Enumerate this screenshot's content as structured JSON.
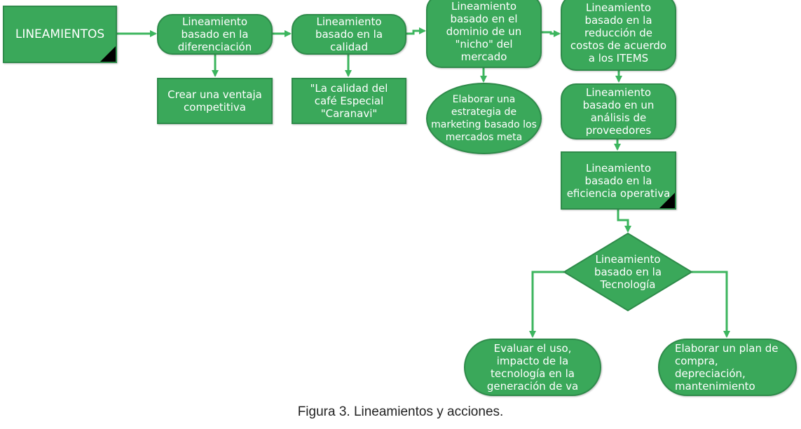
{
  "diagram": {
    "title": "LINEAMIENTOS",
    "nodes": {
      "diferenciacion": "Lineamiento\nbasado en la\ndiferenciación",
      "ventaja": "Crear una ventaja\ncompetitiva",
      "calidad": "Lineamiento\nbasado en la\ncalidad",
      "cafe": "\"La calidad del\ncafé Especial\n\"Caranavi\"",
      "nicho": "Lineamiento\nbasado en el\ndominio de un\n\"nicho\" del\nmercado",
      "marketing": "Elaborar una\nestrategia de\nmarketing basado los\nmercados meta",
      "costos": "Lineamiento\nbasado en la\nreducción de\ncostos de acuerdo\na los ITEMS",
      "proveedores": "Lineamiento\nbasado en un\nanálisis de\nproveedores",
      "eficiencia": "Lineamiento\nbasado en la\neficiencia operativa",
      "tecnologia": "Lineamiento\nbasado en la\nTecnología",
      "evaluar": "Evaluar el uso,\nimpacto de la\ntecnología en la\ngeneración de va",
      "plan": "Elaborar un plan de\ncompra,\ndepreciación,\nmantenimiento"
    },
    "colors": {
      "fill": "#3aa85a",
      "border": "#2e8b4a",
      "connector": "#3cb55e",
      "fold": "#000000"
    }
  },
  "caption": "Figura 3. Lineamientos y acciones."
}
